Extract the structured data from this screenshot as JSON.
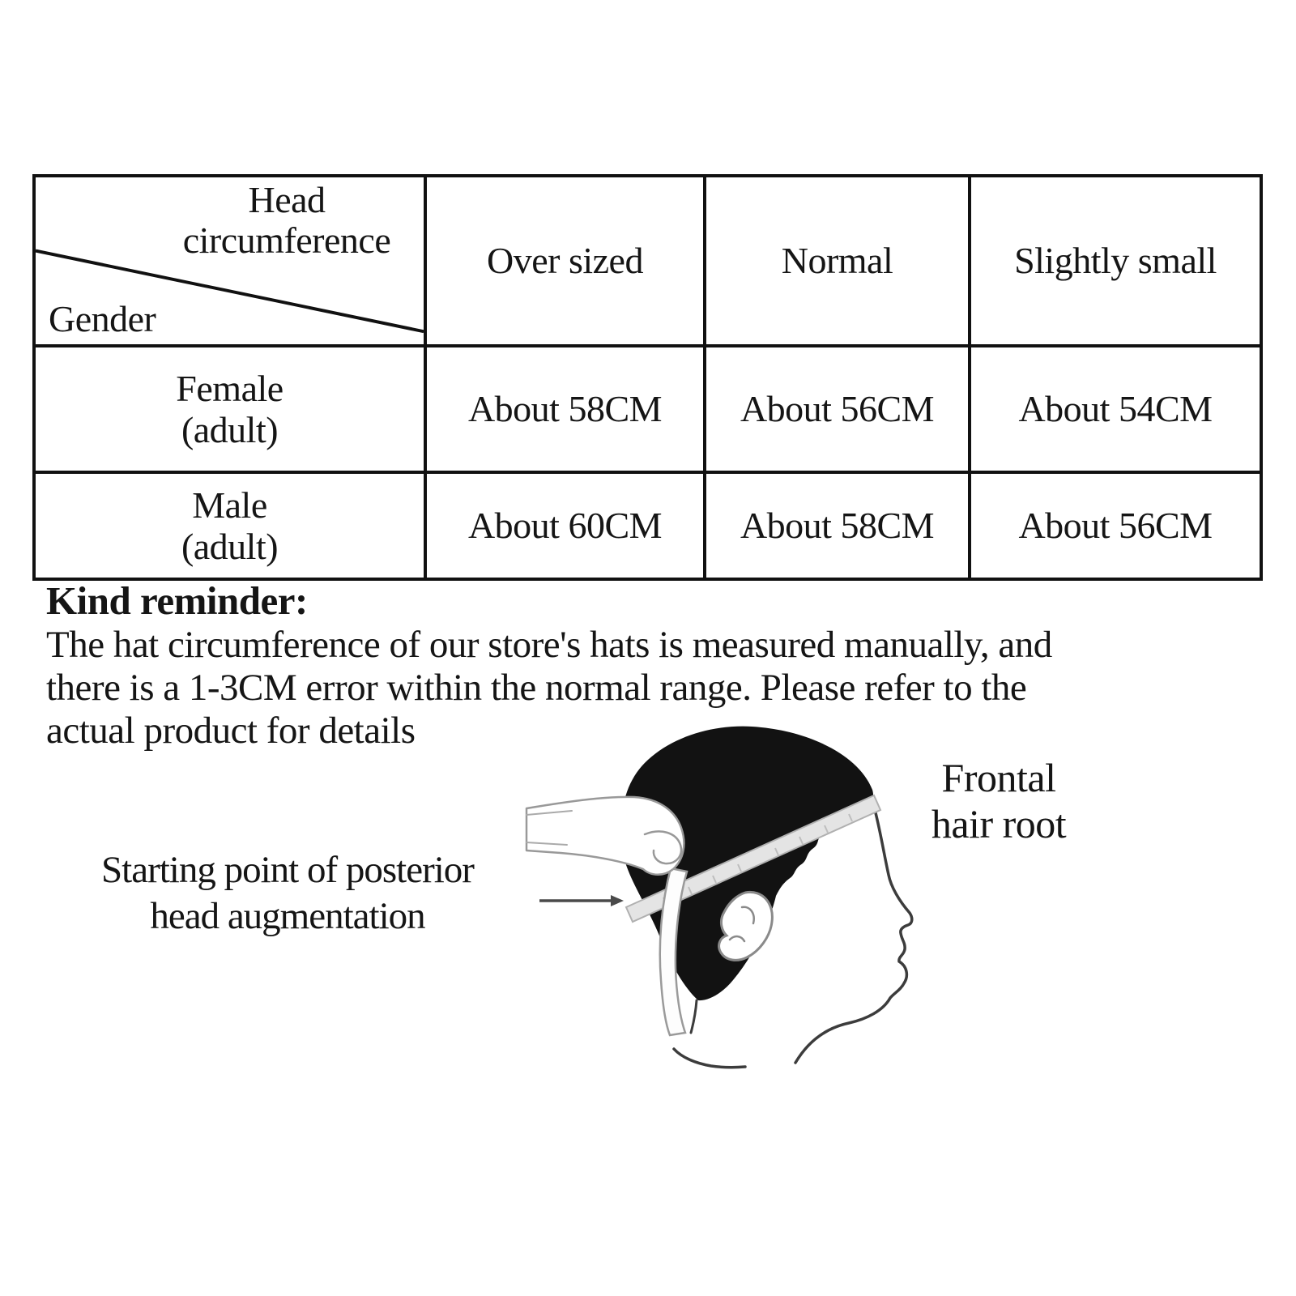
{
  "table": {
    "corner": {
      "top_label": "Head\ncircumference",
      "bottom_label": "Gender"
    },
    "columns": [
      "Over sized",
      "Normal",
      "Slightly small"
    ],
    "rows": [
      {
        "gender": "Female\n(adult)",
        "values": [
          "About 58CM",
          "About 56CM",
          "About 54CM"
        ]
      },
      {
        "gender": "Male\n(adult)",
        "values": [
          "About 60CM",
          "About 58CM",
          "About 56CM"
        ]
      }
    ]
  },
  "reminder": {
    "heading": "Kind reminder:",
    "body": "The hat circumference of our store's hats is measured manually, and\nthere is a 1-3CM error within the normal range. Please refer to the\nactual product for details"
  },
  "diagram": {
    "label_left": "Starting point of posterior\nhead augmentation",
    "label_right": "Frontal\nhair root"
  },
  "colors": {
    "ink": "#111111",
    "hair": "#121212",
    "tape": "#e4e4e4",
    "outline": "#999999",
    "arrow": "#4a4a4a"
  }
}
